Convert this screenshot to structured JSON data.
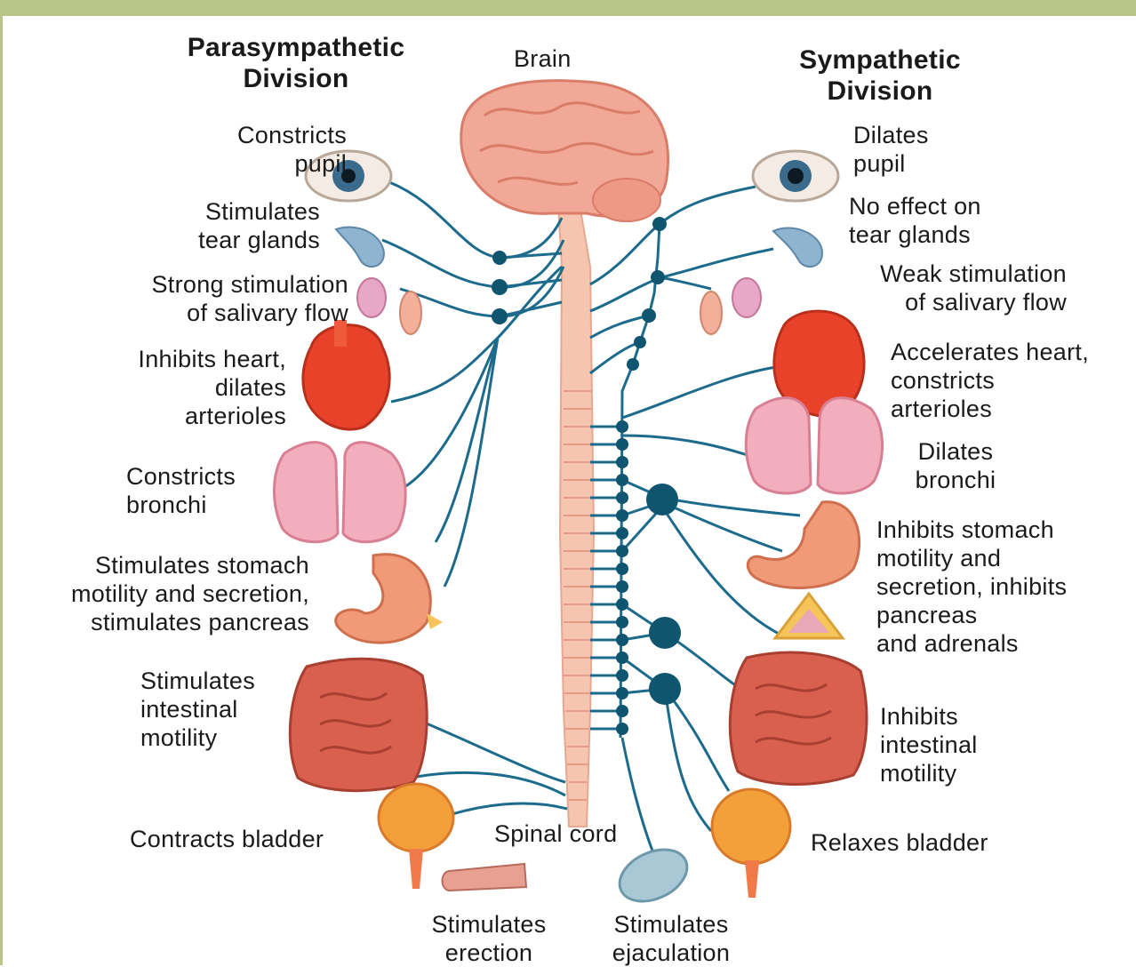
{
  "titles": {
    "parasympathetic": "Parasympathetic\nDivision",
    "sympathetic": "Sympathetic\nDivision",
    "brain": "Brain",
    "spinal_cord": "Spinal cord"
  },
  "parasympathetic_effects": {
    "eye": "Constricts\npupil",
    "tear": "Stimulates\ntear glands",
    "salivary": "Strong stimulation\nof salivary flow",
    "heart": "Inhibits heart,\ndilates\narterioles",
    "lungs": "Constricts\nbronchi",
    "stomach": "Stimulates stomach\nmotility and secretion,\nstimulates pancreas",
    "intestine": "Stimulates\nintestinal\nmotility",
    "bladder": "Contracts bladder",
    "genital": "Stimulates\nerection"
  },
  "sympathetic_effects": {
    "eye": "Dilates\npupil",
    "tear": "No effect on\ntear glands",
    "salivary": "Weak stimulation\nof salivary flow",
    "heart": "Accelerates heart,\nconstricts\narterioles",
    "lungs": "Dilates\nbronchi",
    "stomach": "Inhibits stomach\nmotility and\nsecretion, inhibits\npancreas\nand adrenals",
    "intestine": "Inhibits\nintestinal\nmotility",
    "bladder": "Relaxes bladder",
    "genital": "Stimulates\nejaculation"
  },
  "colors": {
    "nerve": "#1d6b8c",
    "ganglion": "#0f5570",
    "cord": "#f5c5b0",
    "brain": "#f2a896",
    "heart": "#e8432a",
    "lung": "#f3aebd",
    "intestine": "#d9604f",
    "frame": "#b9c48a"
  }
}
